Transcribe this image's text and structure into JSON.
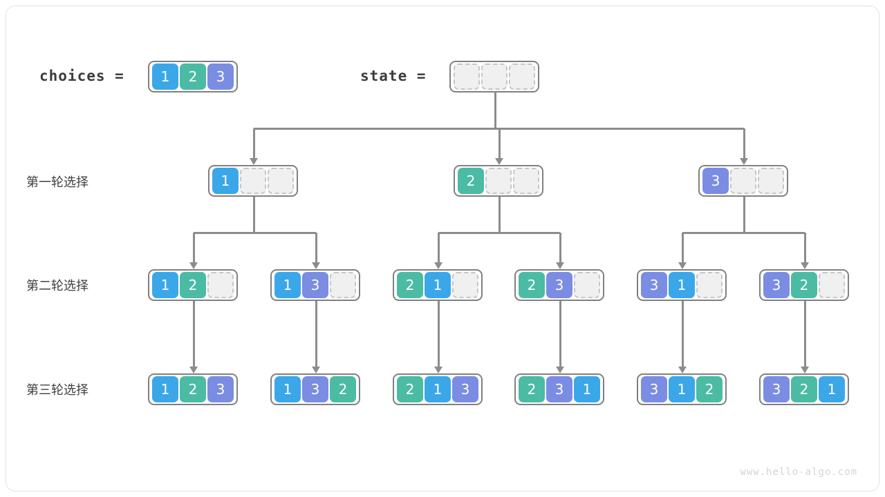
{
  "figure": {
    "watermark": "www.hello-algo.com",
    "colors": {
      "blue": "#3ba7e8",
      "green": "#4bbba4",
      "purple": "#7b8ce3",
      "empty_fill": "#f0f0f0",
      "empty_border": "#c6c6c6",
      "container_border": "#808080",
      "connector": "#8c8c8c",
      "text": "#3c3c3c"
    }
  },
  "header": {
    "choices_label": "choices =",
    "choices_values": [
      "1",
      "2",
      "3"
    ],
    "choices_colors": [
      "blue",
      "green",
      "purple"
    ],
    "state_label": "state =",
    "state_values": [
      "",
      "",
      ""
    ]
  },
  "rows": [
    {
      "label": "第一轮选择",
      "groups": [
        {
          "values": [
            "1",
            "",
            ""
          ],
          "colors": [
            "blue",
            "empty",
            "empty"
          ]
        },
        {
          "values": [
            "2",
            "",
            ""
          ],
          "colors": [
            "green",
            "empty",
            "empty"
          ]
        },
        {
          "values": [
            "3",
            "",
            ""
          ],
          "colors": [
            "purple",
            "empty",
            "empty"
          ]
        }
      ]
    },
    {
      "label": "第二轮选择",
      "groups": [
        {
          "values": [
            "1",
            "2",
            ""
          ],
          "colors": [
            "blue",
            "green",
            "empty"
          ]
        },
        {
          "values": [
            "1",
            "3",
            ""
          ],
          "colors": [
            "blue",
            "purple",
            "empty"
          ]
        },
        {
          "values": [
            "2",
            "1",
            ""
          ],
          "colors": [
            "green",
            "blue",
            "empty"
          ]
        },
        {
          "values": [
            "2",
            "3",
            ""
          ],
          "colors": [
            "green",
            "purple",
            "empty"
          ]
        },
        {
          "values": [
            "3",
            "1",
            ""
          ],
          "colors": [
            "purple",
            "blue",
            "empty"
          ]
        },
        {
          "values": [
            "3",
            "2",
            ""
          ],
          "colors": [
            "purple",
            "green",
            "empty"
          ]
        }
      ]
    },
    {
      "label": "第三轮选择",
      "groups": [
        {
          "values": [
            "1",
            "2",
            "3"
          ],
          "colors": [
            "blue",
            "green",
            "purple"
          ]
        },
        {
          "values": [
            "1",
            "3",
            "2"
          ],
          "colors": [
            "blue",
            "purple",
            "green"
          ]
        },
        {
          "values": [
            "2",
            "1",
            "3"
          ],
          "colors": [
            "green",
            "blue",
            "purple"
          ]
        },
        {
          "values": [
            "2",
            "3",
            "1"
          ],
          "colors": [
            "green",
            "purple",
            "blue"
          ]
        },
        {
          "values": [
            "3",
            "1",
            "2"
          ],
          "colors": [
            "purple",
            "blue",
            "green"
          ]
        },
        {
          "values": [
            "3",
            "2",
            "1"
          ],
          "colors": [
            "purple",
            "green",
            "blue"
          ]
        }
      ]
    }
  ]
}
